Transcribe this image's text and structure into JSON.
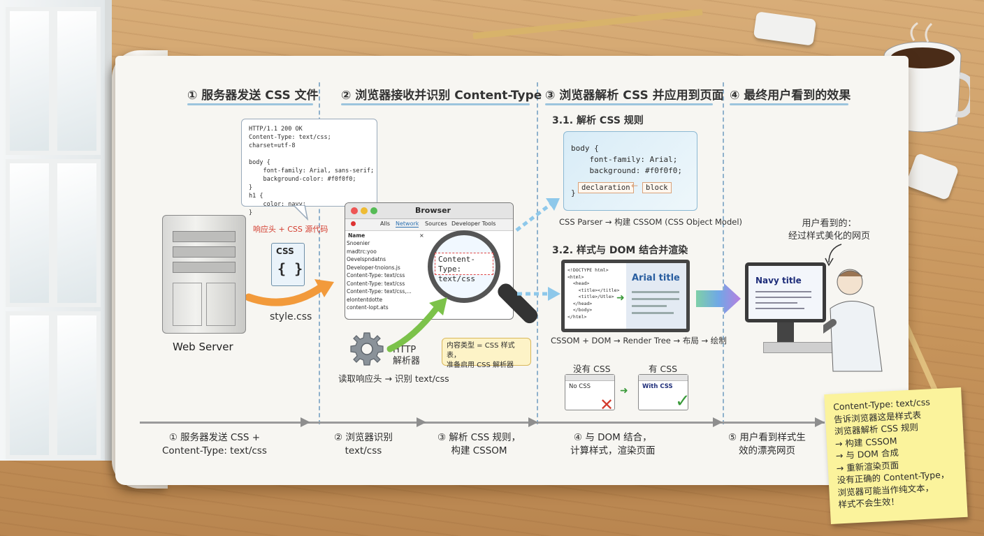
{
  "sections": {
    "s1": "① 服务器发送 CSS 文件",
    "s2": "② 浏览器接收并识别 Content-Type",
    "s3": "③ 浏览器解析 CSS 并应用到页面",
    "s4": "④ 最终用户看到的效果"
  },
  "server": {
    "http_lines": [
      "HTTP/1.1 200 OK",
      "Content-Type: text/css; charset=utf-8",
      "",
      "body {",
      "    font-family: Arial, sans-serif;",
      "    background-color: #f0f0f0;",
      "}",
      "h1 {",
      "    color: navy;",
      "}"
    ],
    "bubble_caption": "响应头 + CSS 源代码",
    "file_tag": "CSS",
    "file_glyph": "{ }",
    "file_name": "style.css",
    "label": "Web Server"
  },
  "browser": {
    "title": "Browser",
    "tabs": [
      "Alls",
      "Network",
      "Sources",
      "Developer Tools"
    ],
    "col_name": "Name",
    "col_x": "×",
    "items": [
      "Snoenier",
      "madtrc:yoo",
      "Oevelspndatns",
      "Developer-tnoions.js",
      "Content-Type: text/css",
      "Content-Type: text/css",
      "Content-Type: text/css,...",
      "elontentdotte",
      "content-lopt.ats"
    ],
    "lens_text": "Content-Type:\ntext/css",
    "callout": "内容类型 = CSS 样式表，\n准备启用 CSS 解析器",
    "parser_label": "HTTP\n解析器",
    "parser_caption": "读取响应头 → 识别 text/css"
  },
  "parse": {
    "title": "3.1. 解析 CSS 规则",
    "code_lines": [
      "body {",
      "    font-family: Arial;",
      "    background: #f0f0f0;",
      "}"
    ],
    "declaration": "declaration",
    "block": "block",
    "caption": "CSS Parser → 构建 CSSOM (CSS Object Model)"
  },
  "render": {
    "title": "3.2. 样式与 DOM 结合并渲染",
    "dom_lines": [
      "<!DOCTYPE html>",
      "<html>",
      "  <head>",
      "    <title></title>",
      "    <title>/Utle>",
      "  </head>",
      "  </body>",
      "</html>"
    ],
    "preview_title": "Arial title",
    "caption": "CSSOM + DOM → Render Tree → 布局 → 绘制",
    "no_css_label": "没有 CSS",
    "with_css_label": "有 CSS",
    "no_css_win": "No CSS",
    "with_css_win": "With CSS"
  },
  "result": {
    "caption": "用户看到的：\n经过样式美化的网页",
    "screen_title": "Navy title"
  },
  "timeline": [
    "① 服务器发送 CSS +\nContent-Type: text/css",
    "② 浏览器识别\ntext/css",
    "③ 解析 CSS 规则，\n构建 CSSOM",
    "④ 与 DOM 结合，\n计算样式，渲染页面",
    "⑤ 用户看到样式生\n效的漂亮网页"
  ],
  "sticky": "Content-Type: text/css\n告诉浏览器这是样式表\n浏览器解析 CSS 规则\n→ 构建 CSSOM\n→ 与 DOM 合成\n→ 重新渲染页面\n没有正确的 Content-Type，\n浏览器可能当作纯文本，\n样式不会生效！",
  "colors": {
    "accent_blue": "#2a6fb0",
    "navy": "#1f2e7a",
    "alert_red": "#d33a2c",
    "ok_green": "#3a9a3a",
    "arrow_orange": "#f29a3b"
  }
}
